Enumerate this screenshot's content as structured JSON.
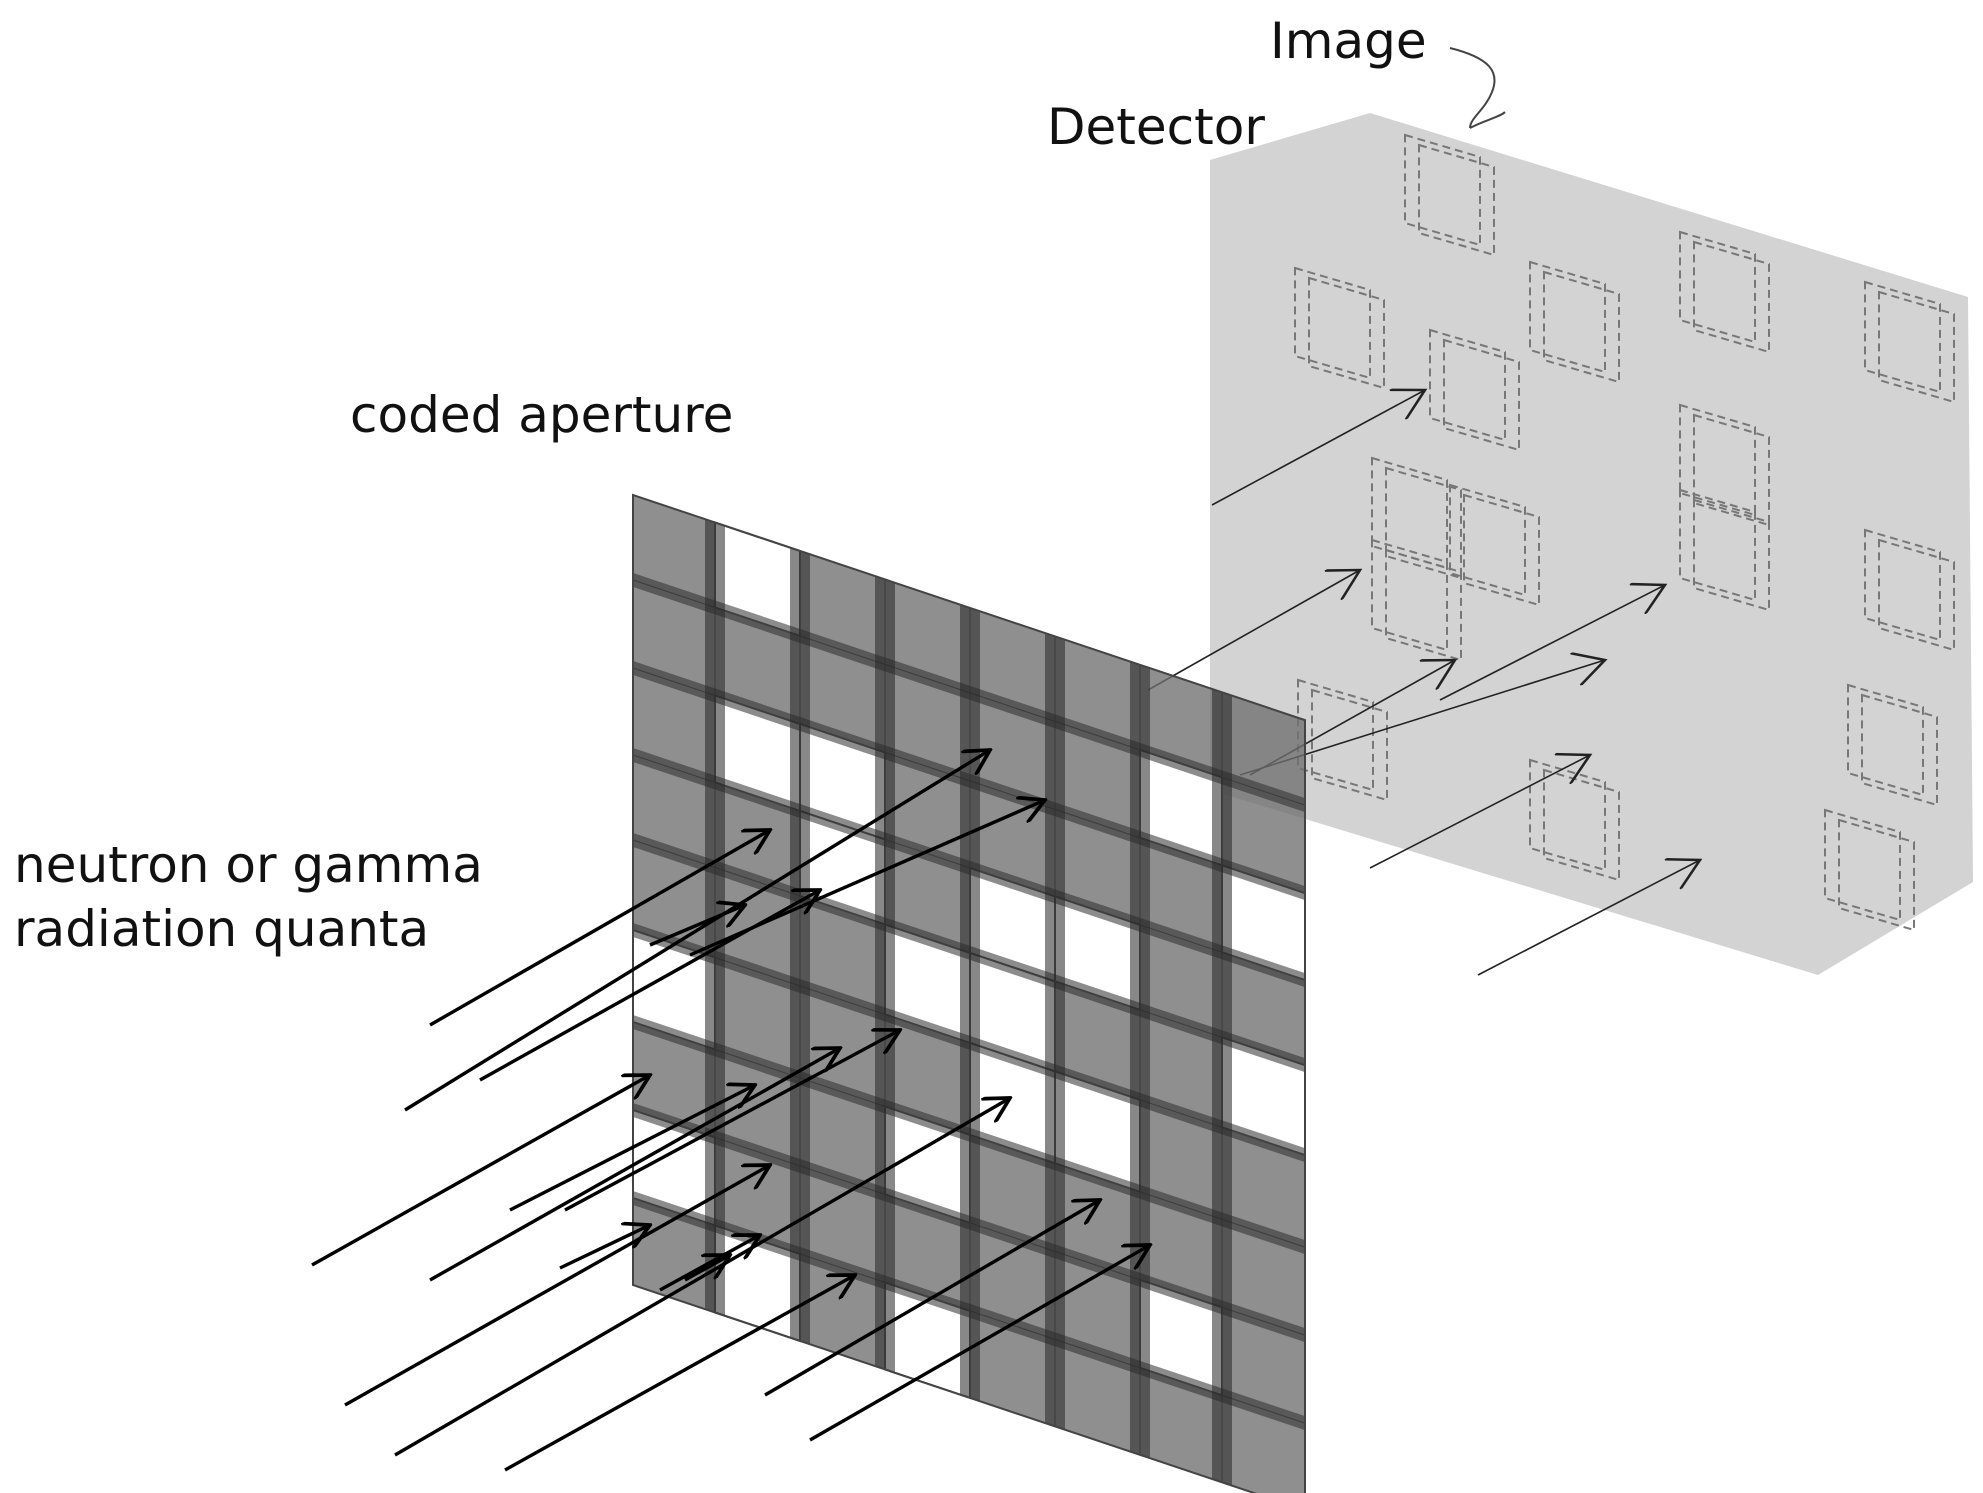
{
  "labels": {
    "image": "Image",
    "detector": "Detector",
    "coded_aperture": "coded aperture",
    "radiation_line1": "neutron or gamma",
    "radiation_line2": "radiation quanta"
  },
  "colors": {
    "background": "#ffffff",
    "detector_plane": "#d3d3d3",
    "aperture_element": "#555555",
    "open_cell": "#ffffff",
    "arrow": "#000000",
    "image_spot_dashes": "#777777"
  },
  "icons": {
    "detector_plane": "detector-plane",
    "aperture_mask": "coded-aperture-mask",
    "incoming_arrow": "radiation-arrow",
    "image_spot": "projected-open-cell"
  }
}
